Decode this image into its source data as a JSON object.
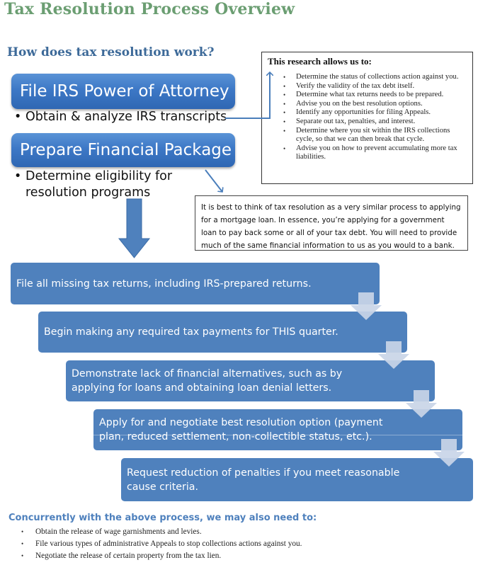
{
  "page": {
    "title": "Tax Resolution Process Overview",
    "section_heading": "How does tax resolution work?"
  },
  "phases": [
    {
      "label": "File IRS Power of Attorney",
      "sub_bullet": "Obtain & analyze IRS transcripts"
    },
    {
      "label": "Prepare Financial Package",
      "sub_bullet_lines": [
        "Determine eligibility for",
        "resolution programs"
      ]
    }
  ],
  "bullet_glyph": "•",
  "research_box": {
    "title": "This research allows us to:",
    "items": [
      "Determine the status of collections action against you.",
      "Verify the validity of the tax debt itself.",
      "Determine what tax returns needs to be prepared.",
      "Advise you on the best resolution options.",
      "Identify any opportunities for filing Appeals.",
      "Separate out tax, penalties, and interest.",
      "Determine where you sit within the IRS collections cycle, so that we can then break that cycle.",
      "Advise you on how to prevent accumulating more tax liabilities."
    ]
  },
  "analogy_box": {
    "text": "It is best to think of tax resolution as a very similar process to applying for a mortgage loan. In essence, you’re applying for a government loan to pay back some or all of your tax debt. You will need to provide much of the same financial information to us as you would to a bank."
  },
  "steps": [
    {
      "lines": [
        "File all missing tax returns, including IRS-prepared returns."
      ]
    },
    {
      "lines": [
        "Begin making any required tax payments for THIS quarter."
      ]
    },
    {
      "lines": [
        "Demonstrate lack of financial alternatives, such as by",
        "applying for loans and obtaining loan denial letters."
      ]
    },
    {
      "lines": [
        "Apply for and negotiate best resolution option (payment",
        "plan, reduced settlement, non-collectible status, etc.)."
      ]
    },
    {
      "lines": [
        "Request reduction of penalties if you meet reasonable",
        "cause criteria."
      ]
    }
  ],
  "concurrent": {
    "heading": "Concurrently with the above process, we may also need to:",
    "items": [
      "Obtain the release of wage garnishments and levies.",
      "File various types of administrative Appeals to stop collections actions against you.",
      "Negotiate the release of certain property from the tax lien."
    ]
  },
  "colors": {
    "title_green": "#6b9e72",
    "heading_blue": "#3d6a99",
    "step_blue": "#4f81bd",
    "connector_blue": "#4a7ebb",
    "chevron_light": "#c9d5e8"
  }
}
